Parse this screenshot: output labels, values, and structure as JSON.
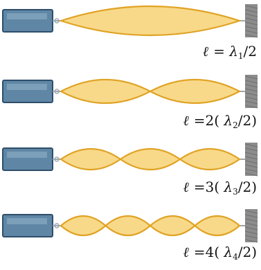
{
  "colors": {
    "loop_fill": "#f8d989",
    "loop_stroke": "#e0a325",
    "vibrator_fill": "#5f86a5",
    "vibrator_stroke": "#2e4e6a",
    "wall": "#8c8c8c"
  },
  "rows": [
    {
      "loops": 1,
      "caption": {
        "ell": "ℓ",
        "pre": " = ",
        "lambda": "λ",
        "sub": "1",
        "post": "/2"
      }
    },
    {
      "loops": 2,
      "caption": {
        "ell": "ℓ",
        "pre": " =2( ",
        "lambda": "λ",
        "sub": "2",
        "post": "/2)"
      }
    },
    {
      "loops": 3,
      "caption": {
        "ell": "ℓ",
        "pre": " =3( ",
        "lambda": "λ",
        "sub": "3",
        "post": "/2)"
      }
    },
    {
      "loops": 4,
      "caption": {
        "ell": "ℓ",
        "pre": " =4( ",
        "lambda": "λ",
        "sub": "4",
        "post": "/2)"
      }
    }
  ]
}
